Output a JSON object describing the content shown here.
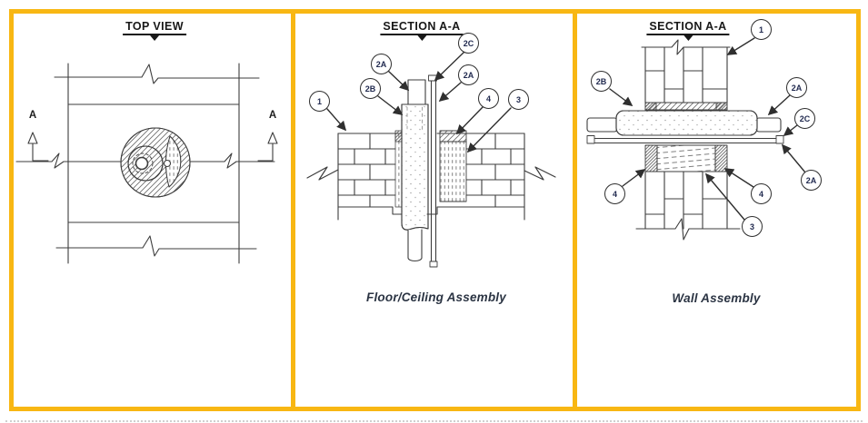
{
  "colors": {
    "frame": "#F8B713",
    "line": "#3d3d3d",
    "callout_text": "#222b50"
  },
  "panels": [
    {
      "id": "top-view",
      "title": "TOP VIEW",
      "marker_left": "A",
      "marker_right": "A"
    },
    {
      "id": "floor-ceiling-section",
      "title": "SECTION A-A",
      "caption": "Floor/Ceiling Assembly",
      "callouts": [
        {
          "label": "2C"
        },
        {
          "label": "2A"
        },
        {
          "label": "2A"
        },
        {
          "label": "2B"
        },
        {
          "label": "1"
        },
        {
          "label": "4"
        },
        {
          "label": "3"
        }
      ]
    },
    {
      "id": "wall-section",
      "title": "SECTION A-A",
      "caption": "Wall Assembly",
      "callouts": [
        {
          "label": "1"
        },
        {
          "label": "2B"
        },
        {
          "label": "2A"
        },
        {
          "label": "2C"
        },
        {
          "label": "2A"
        },
        {
          "label": "4"
        },
        {
          "label": "4"
        },
        {
          "label": "3"
        }
      ]
    }
  ]
}
